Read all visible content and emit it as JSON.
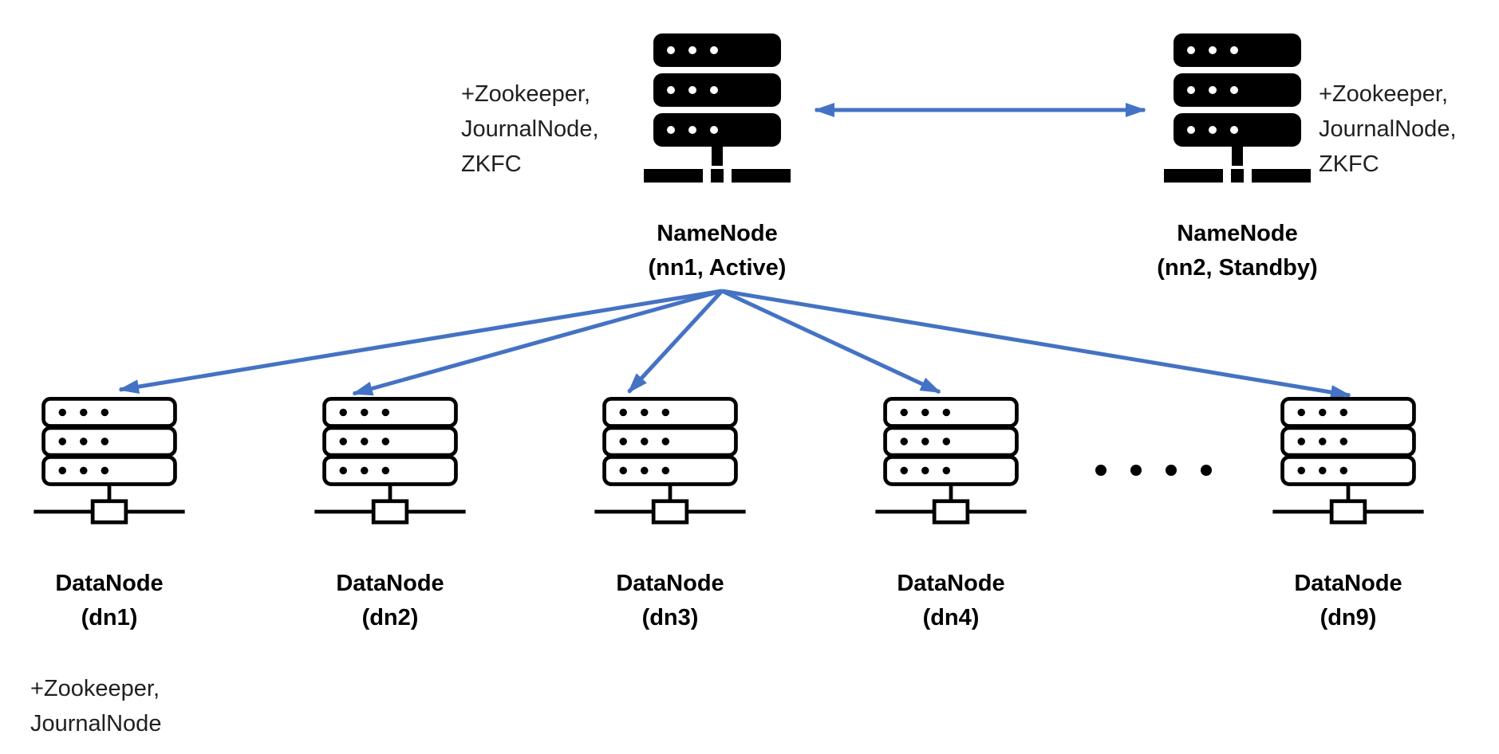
{
  "colors": {
    "arrow": "#4472C4",
    "icon": "#000000",
    "text": "#000000"
  },
  "namenodes": [
    {
      "id": "nn1",
      "label": "NameNode",
      "sublabel": "(nn1, Active)",
      "annotation_lines": [
        "+Zookeeper,",
        "JournalNode,",
        "ZKFC"
      ]
    },
    {
      "id": "nn2",
      "label": "NameNode",
      "sublabel": "(nn2, Standby)",
      "annotation_lines": [
        "+Zookeeper,",
        "JournalNode,",
        "ZKFC"
      ]
    }
  ],
  "datanodes": [
    {
      "id": "dn1",
      "label": "DataNode",
      "sublabel": "(dn1)",
      "annotation_lines": [
        "+Zookeeper,",
        "JournalNode"
      ]
    },
    {
      "id": "dn2",
      "label": "DataNode",
      "sublabel": "(dn2)"
    },
    {
      "id": "dn3",
      "label": "DataNode",
      "sublabel": "(dn3)"
    },
    {
      "id": "dn4",
      "label": "DataNode",
      "sublabel": "(dn4)"
    },
    {
      "id": "dn9",
      "label": "DataNode",
      "sublabel": "(dn9)"
    }
  ],
  "ellipsis": {
    "dots": 4
  },
  "connections": [
    {
      "from": "nn1",
      "to": "nn2",
      "bidirectional": true
    },
    {
      "from": "nn1",
      "to": "dn1"
    },
    {
      "from": "nn1",
      "to": "dn2"
    },
    {
      "from": "nn1",
      "to": "dn3"
    },
    {
      "from": "nn1",
      "to": "dn4"
    },
    {
      "from": "nn1",
      "to": "dn9"
    }
  ]
}
